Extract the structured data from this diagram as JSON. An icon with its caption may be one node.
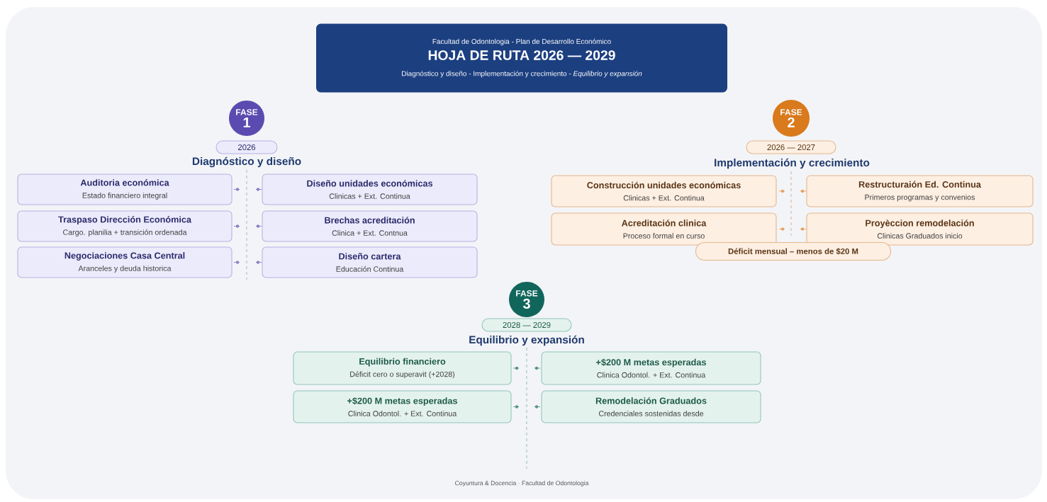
{
  "diagram": {
    "title": "HOJA DE RUTA 2026 — 2029",
    "nodes": [
      {
        "text": [
          "Facultad de Odontologia  -  Plan de Desarrollo Económico",
          "Diagnóstico y diseño  -  Implementación y crecimiento  -  *Equilibrio y expansión*"
        ]
      },
      {
        "text": [
          "FASE",
          "1"
        ]
      },
      {
        "text": [
          "2026"
        ]
      },
      {
        "text": [
          "Auditoria económica",
          "Estado financiero integral"
        ]
      },
      {
        "text": [
          "Diseño unidades económicas",
          "Clinicas + Ext. Continua"
        ]
      },
      {
        "text": [
          "Traspaso Dirección Económica",
          "Cargo. planilia + transición ordenada"
        ]
      },
      {
        "text": [
          "Brechas acreditación",
          "Clinica + Ext. Contnua"
        ]
      },
      {
        "text": [
          "Negociaciones Casa Central",
          "Aranceles y deuda historica"
        ]
      },
      {
        "text": [
          "Diseño cartera",
          "Educación Continua"
        ]
      },
      {
        "text": [
          "FASE",
          "2"
        ]
      },
      {
        "text": [
          "2026 — 2027"
        ]
      },
      {
        "text": [
          "Construcción unidades económicas",
          "Clinicas + Ext. Continua"
        ]
      },
      {
        "text": [
          "Restructuraión Ed. Continua",
          "Primeros programas y convenios"
        ]
      },
      {
        "text": [
          "Acreditación clinica",
          "Proceso formal en curso"
        ]
      },
      {
        "text": [
          "Proyèccion remodelación",
          "Clinicas Graduados inicio"
        ]
      },
      {
        "text": [
          "Déficit mensual – menos de $20 M"
        ]
      },
      {
        "text": [
          "FASE",
          "3"
        ]
      },
      {
        "text": [
          "2028 — 2029"
        ]
      },
      {
        "text": [
          "Equilibrio financiero",
          "Déficit cero o superavit (+2028)"
        ]
      },
      {
        "text": [
          "+$200 M metas esperadas",
          "Clinica Odontol. + Ext. Continua"
        ]
      },
      {
        "text": [
          "+$200 M metas esperadas",
          "Clinica Odontol. + Ext. Continua"
        ]
      },
      {
        "text": [
          "Remodelación Graduados",
          "Credenciales sostenidas desde"
        ]
      }
    ],
    "labels": [
      "Diagnóstico y diseño",
      "Implementación y crecimiento",
      "Equilibrio y expansión",
      "Coyuntura & Docencia · Facultad de Odontologia"
    ]
  }
}
